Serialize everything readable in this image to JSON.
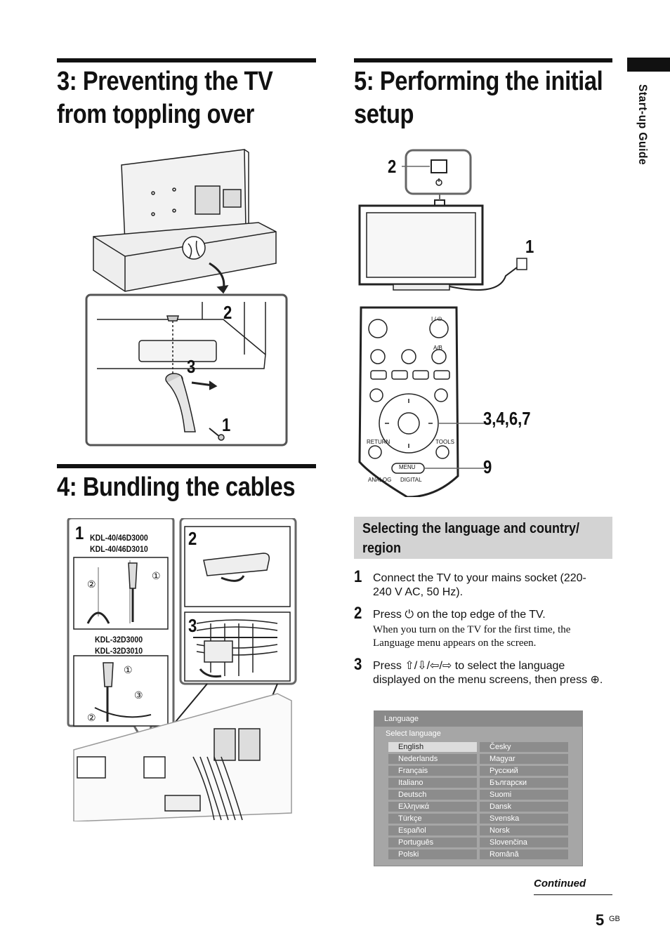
{
  "sections": {
    "s3": {
      "title_line1": "3: Preventing the TV",
      "title_line2": "from toppling over"
    },
    "s4": {
      "title": "4: Bundling the cables"
    },
    "s5": {
      "title_line1": "5: Performing the initial",
      "title_line2": "setup"
    }
  },
  "sidebar": {
    "label": "Start-up Guide"
  },
  "fig3": {
    "callouts": [
      "2",
      "3",
      "1"
    ]
  },
  "fig4": {
    "panel1_num": "1",
    "models_a": [
      "KDL-40/46D3000",
      "KDL-40/46D3010"
    ],
    "models_b": [
      "KDL-32D3000",
      "KDL-32D3010"
    ],
    "circled": [
      "①",
      "②",
      "③"
    ],
    "panel2_num": "2",
    "panel3_num": "3"
  },
  "fig5": {
    "callout_power": "2",
    "callout_plug": "1",
    "callout_nav": "3,4,6,7",
    "callout_menu": "9",
    "remote_labels": {
      "power": "I / ⏻",
      "ab": "A/B",
      "return": "RETURN",
      "tools": "TOOLS",
      "menu": "MENU",
      "analog": "ANALOG",
      "digital": "DIGITAL"
    }
  },
  "subsection": {
    "title": "Selecting the language and country/ region"
  },
  "steps": [
    {
      "num": "1",
      "text": "Connect the TV to your mains socket (220-240 V AC, 50 Hz)."
    },
    {
      "num": "2",
      "text": "Press ⏻ on the top edge of the TV.",
      "note": "When you turn on the TV for the first time, the Language menu appears on the screen."
    },
    {
      "num": "3",
      "text": "Press ⇧/⇩/⇦/⇨ to select the language displayed on the menu screens, then press ⊕."
    }
  ],
  "language_menu": {
    "title": "Language",
    "subtitle": "Select language",
    "selected": "English",
    "left": [
      "English",
      "Nederlands",
      "Français",
      "Italiano",
      "Deutsch",
      "Ελληνικά",
      "Türkçe",
      "Español",
      "Português",
      "Polski"
    ],
    "right": [
      "Česky",
      "Magyar",
      "Русский",
      "Български",
      "Suomi",
      "Dansk",
      "Svenska",
      "Norsk",
      "Slovenčina",
      "Română"
    ]
  },
  "footer": {
    "continued": "Continued",
    "page_number": "5",
    "page_suffix": "GB"
  }
}
